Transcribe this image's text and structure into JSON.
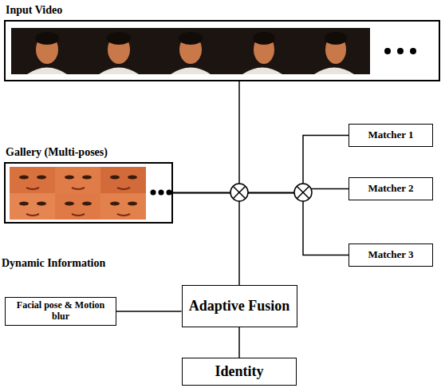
{
  "diagram": {
    "nodes": [
      {
        "text": [
          "Input Video"
        ]
      },
      {
        "text": [
          "Gallery (Multi-poses)"
        ]
      },
      {
        "text": [
          "Matcher 1"
        ]
      },
      {
        "text": [
          "Matcher 2"
        ]
      },
      {
        "text": [
          "Matcher 3"
        ]
      },
      {
        "text": [
          "Adaptive Fusion"
        ]
      },
      {
        "text": [
          "Dynamic Information",
          "Facial pose & Motion blur"
        ]
      },
      {
        "text": [
          "Identity"
        ]
      }
    ],
    "edges": [
      {
        "from": 0,
        "to": 5,
        "arrow": "none"
      },
      {
        "from": 1,
        "to": 2,
        "arrow": "none"
      },
      {
        "from": 1,
        "to": 3,
        "arrow": "none"
      },
      {
        "from": 1,
        "to": 4,
        "arrow": "none"
      },
      {
        "from": 6,
        "to": 5,
        "arrow": "none"
      },
      {
        "from": 5,
        "to": 7,
        "arrow": "none"
      }
    ]
  }
}
